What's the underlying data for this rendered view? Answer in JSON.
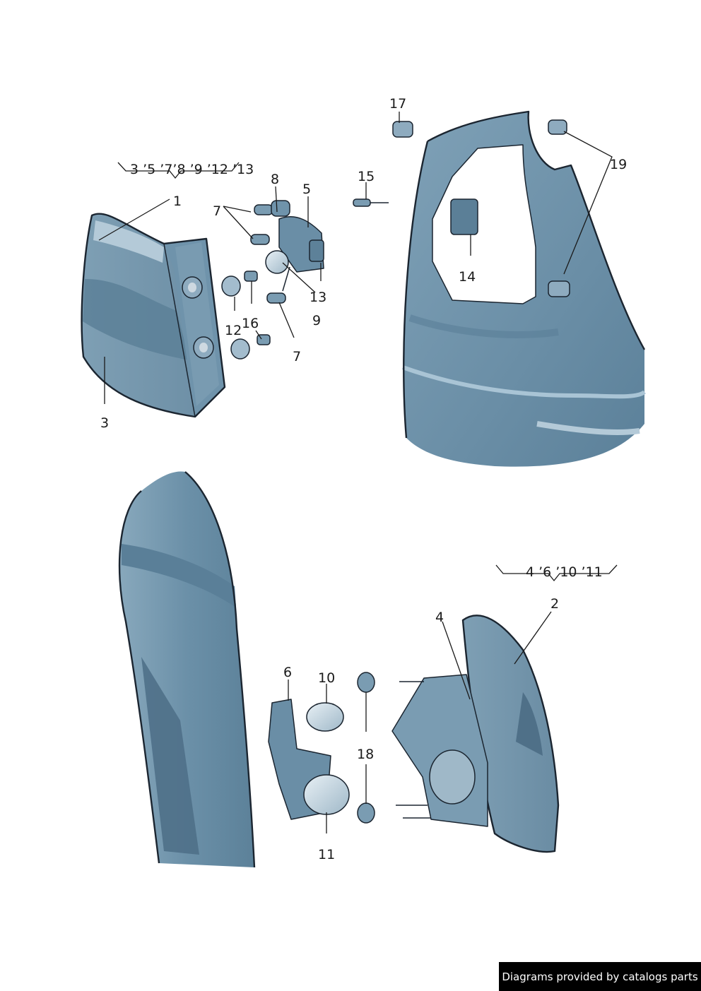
{
  "callouts": {
    "c1": "1",
    "c2": "2",
    "c3": "3",
    "c4": "4",
    "c5": "5",
    "c6": "6",
    "c7a": "7",
    "c7b": "7",
    "c8": "8",
    "c9": "9",
    "c10": "10",
    "c11": "11",
    "c12": "12",
    "c13": "13",
    "c14": "14",
    "c15": "15",
    "c16": "16",
    "c17": "17",
    "c18": "18",
    "c19": "19"
  },
  "groups": {
    "left_lamp": "3 ’5 ’7’8 ’9 ’12 ’13",
    "right_lamp": "4 ’6 ’10 ’11"
  },
  "footer": {
    "credit": "Diagrams provided by catalogs parts"
  },
  "colors": {
    "panel_base": "#6f93ab",
    "panel_shadow": "#5a7f98",
    "panel_light": "#a9c4d5",
    "lens_dark": "#4f7088",
    "outline": "#1b2530"
  }
}
